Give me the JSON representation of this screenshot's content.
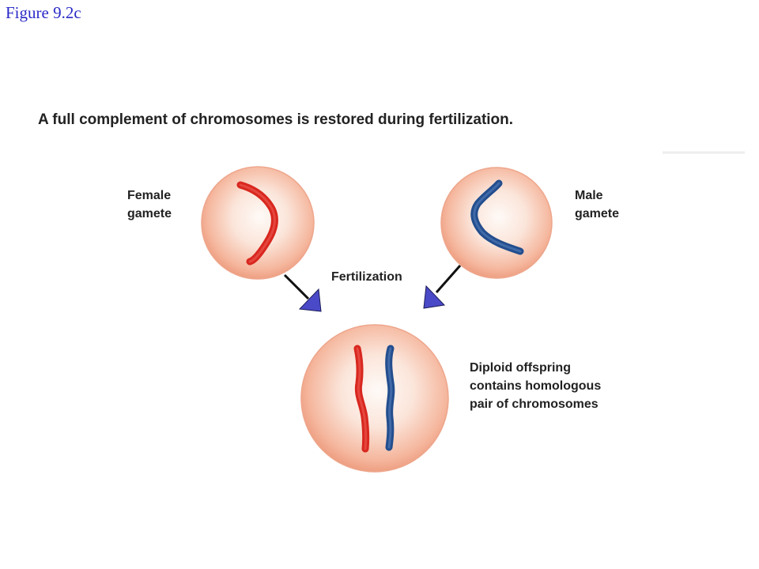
{
  "figure_label": "Figure 9.2c",
  "headline": "A  full complement of chromosomes is restored during fertilization.",
  "labels": {
    "female_gamete": [
      "Female",
      "gamete"
    ],
    "male_gamete": [
      "Male",
      "gamete"
    ],
    "fertilization": "Fertilization",
    "offspring": [
      "Diploid offspring",
      "contains homologous",
      "pair of chromosomes"
    ]
  },
  "colors": {
    "female_chromosome": "#e0322a",
    "male_chromosome": "#2f5a9a",
    "cell_edge": "#f0a78a",
    "cell_center": "#fdf0ea",
    "arrow_fill": "#4a4ac8"
  }
}
